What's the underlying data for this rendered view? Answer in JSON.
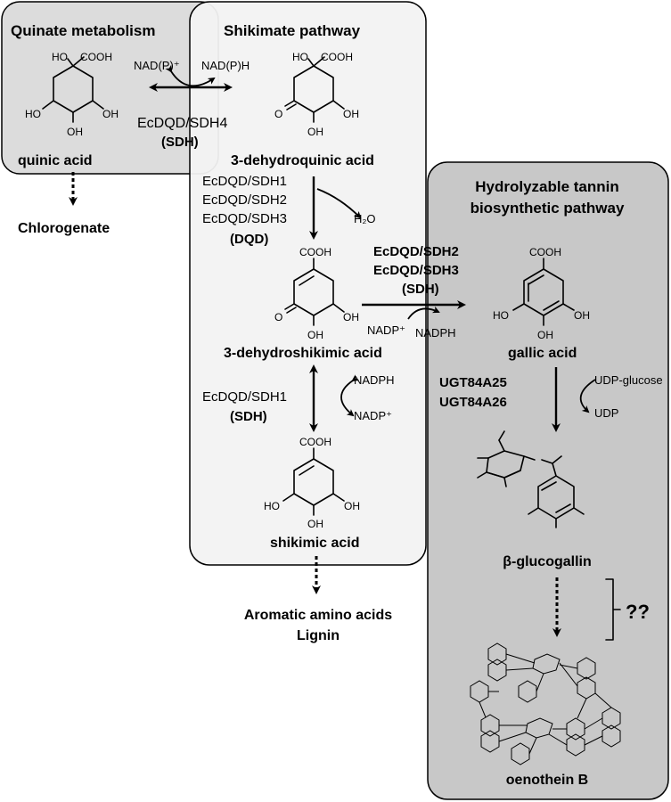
{
  "panels": {
    "quinate_title": "Quinate metabolism",
    "shikimate_title": "Shikimate pathway",
    "tannin_title_line1": "Hydrolyzable tannin",
    "tannin_title_line2": "biosynthetic pathway"
  },
  "compounds": {
    "quinic_acid": "quinic acid",
    "dehydroquinic_acid": "3-dehydroquinic acid",
    "dehydroshikimic_acid": "3-dehydroshikimic acid",
    "shikimic_acid": "shikimic acid",
    "gallic_acid": "gallic acid",
    "glucogallin": "β-glucogallin",
    "oenothein": "oenothein B"
  },
  "products": {
    "chlorogenate": "Chlorogenate",
    "aromatic_line1": "Aromatic amino acids",
    "aromatic_line2": "Lignin"
  },
  "cofactors": {
    "nadp_plus": "NAD(P)⁺",
    "nadph": "NAD(P)H",
    "h2o": "H₂O",
    "nadph_gallic": "NADPH",
    "nadp_gallic": "NADP⁺",
    "nadph_sdh1": "NADPH",
    "nadp_sdh1": "NADP⁺",
    "udp_glucose": "UDP-glucose",
    "udp": "UDP"
  },
  "enzymes": {
    "sdh4": "EcDQD/SDH4",
    "sdh4_type": "(SDH)",
    "dqd_1": "EcDQD/SDH1",
    "dqd_2": "EcDQD/SDH2",
    "dqd_3": "EcDQD/SDH3",
    "dqd_type": "(DQD)",
    "gallic_1": "EcDQD/SDH2",
    "gallic_2": "EcDQD/SDH3",
    "gallic_type": "(SDH)",
    "sdh1": "EcDQD/SDH1",
    "sdh1_type": "(SDH)",
    "ugt_1": "UGT84A25",
    "ugt_2": "UGT84A26"
  },
  "unknown_step": "??",
  "atoms": {
    "ho": "HO",
    "oh": "OH",
    "o": "O",
    "cooh": "COOH"
  }
}
